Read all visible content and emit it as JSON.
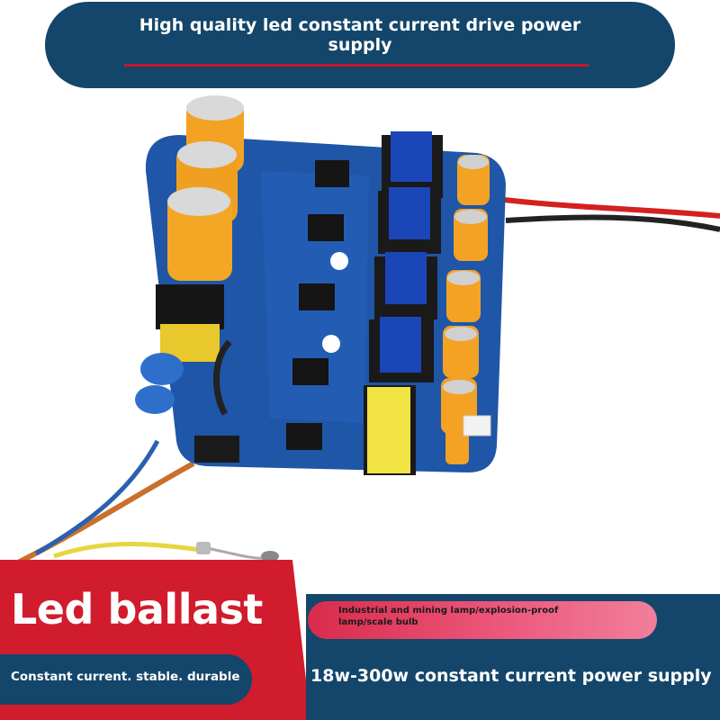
{
  "header": {
    "title": "High quality led constant current drive power supply"
  },
  "banner": {
    "title": "Led ballast",
    "tagline": "Constant current. stable. durable",
    "application": "Industrial and mining lamp/explosion-proof lamp/scale bulb",
    "power_range": "18w-300w constant current power supply"
  },
  "colors": {
    "navy": "#13466a",
    "red": "#d11c2e",
    "pink": "#ee5b80",
    "pcb": "#1f56a8"
  }
}
